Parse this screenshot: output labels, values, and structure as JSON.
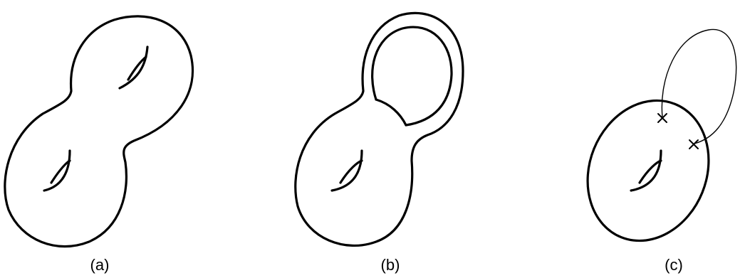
{
  "panels": [
    {
      "label": "(a)"
    },
    {
      "label": "(b)"
    },
    {
      "label": "(c)"
    }
  ],
  "colors": {
    "line": "#000000",
    "background": "#ffffff"
  }
}
